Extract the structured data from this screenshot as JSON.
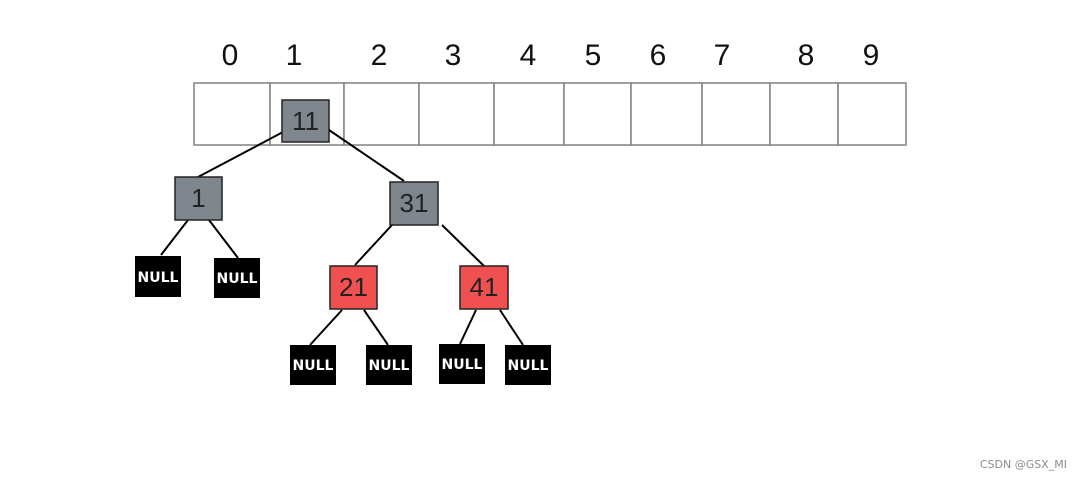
{
  "array": {
    "indices": [
      "0",
      "1",
      "2",
      "3",
      "4",
      "5",
      "6",
      "7",
      "8",
      "9"
    ]
  },
  "tree": {
    "nodes": [
      {
        "id": "n11",
        "label": "11",
        "color": "black"
      },
      {
        "id": "n1",
        "label": "1",
        "color": "black"
      },
      {
        "id": "n31",
        "label": "31",
        "color": "black"
      },
      {
        "id": "n21",
        "label": "21",
        "color": "red"
      },
      {
        "id": "n41",
        "label": "41",
        "color": "red"
      }
    ],
    "null_label": "NULL",
    "colors": {
      "black_node": "#7f868d",
      "red_node": "#f05050",
      "null_leaf": "#000000"
    }
  },
  "watermark": "CSDN @GSX_MI"
}
